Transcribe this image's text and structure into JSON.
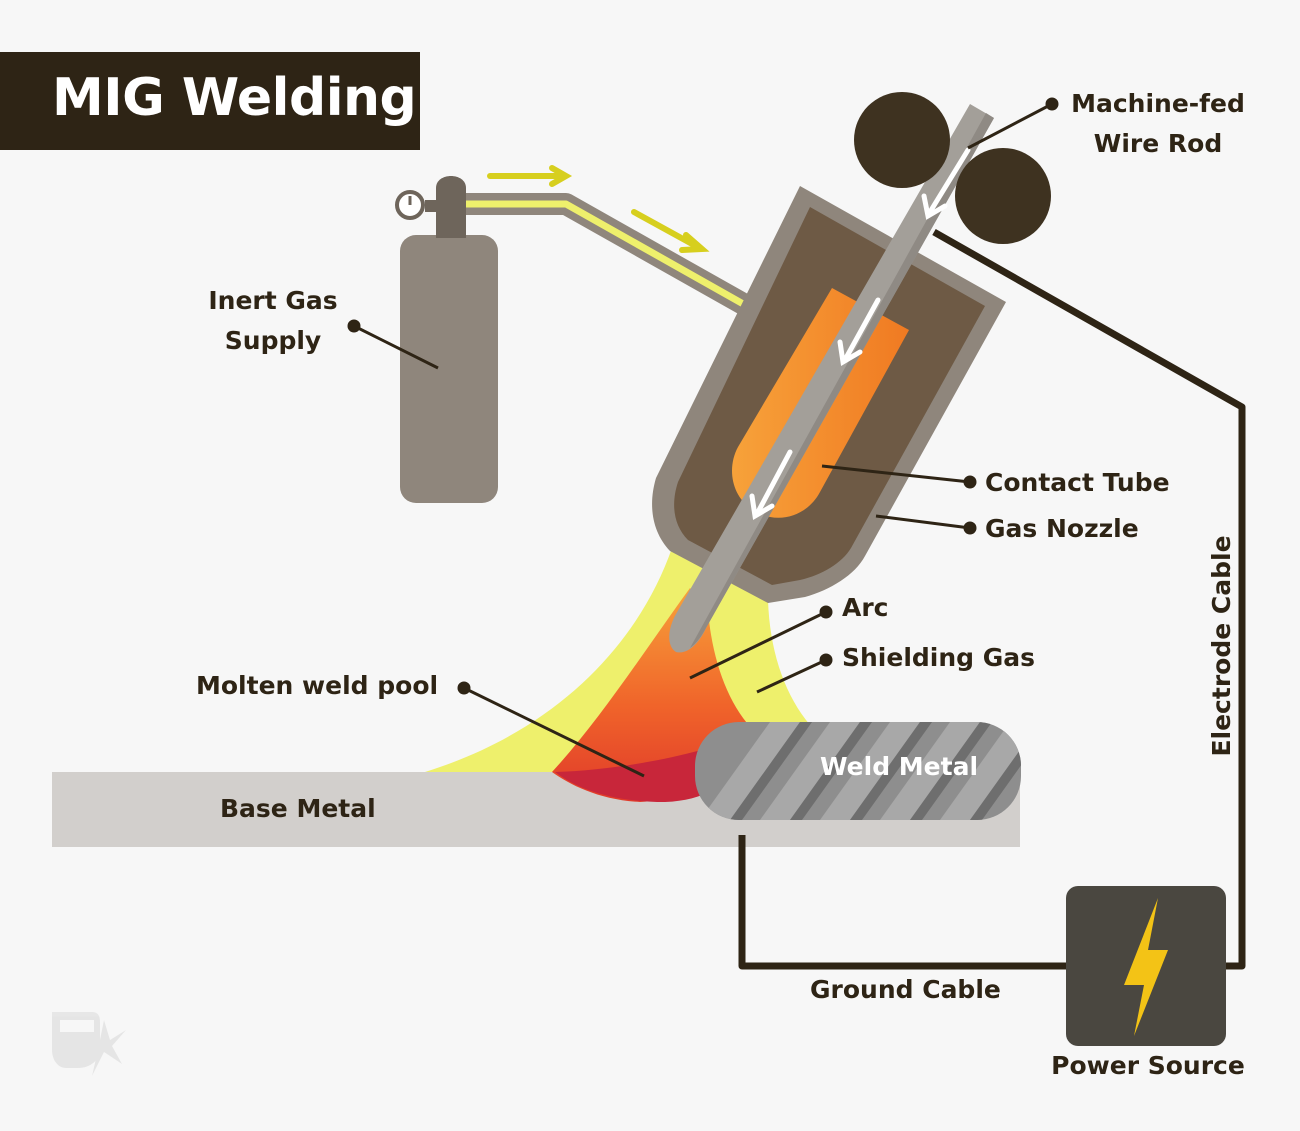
{
  "title": "MIG Welding",
  "labels": {
    "wire_rod_line1": "Machine-fed",
    "wire_rod_line2": "Wire Rod",
    "gas_supply_line1": "Inert Gas",
    "gas_supply_line2": "Supply",
    "contact_tube": "Contact Tube",
    "gas_nozzle": "Gas Nozzle",
    "arc": "Arc",
    "shielding_gas": "Shielding Gas",
    "molten_pool": "Molten weld pool",
    "weld_metal": "Weld Metal",
    "base_metal": "Base Metal",
    "electrode_cable": "Electrode Cable",
    "ground_cable": "Ground Cable",
    "power_source": "Power Source"
  },
  "colors": {
    "title_bg": "#2e2415",
    "label_text": "#2e2415",
    "roller": "#3e3220",
    "nozzle_outer": "#8f867c",
    "nozzle_inner": "#6e5a45",
    "contact_tube": "#f08a2a",
    "shielding_gas": "#eef06c",
    "molten_pool": "#c8263a",
    "base_metal": "#d2cfcc",
    "weld_metal": "#8a8a8a",
    "cable": "#2e2415",
    "power_box": "#4a4740",
    "bolt": "#f3c316",
    "gas_arrow": "#d7cf1e"
  },
  "icons": [
    "gauge-icon",
    "lightning-bolt-icon",
    "welder-logo-icon"
  ]
}
